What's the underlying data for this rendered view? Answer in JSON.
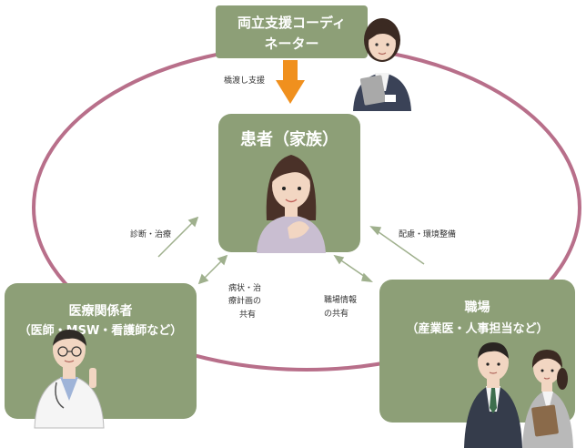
{
  "coordinator": {
    "title_line1": "両立支援コーディ",
    "title_line2": "ネーター"
  },
  "patient": {
    "title": "患者（家族）"
  },
  "medical": {
    "title_line1": "医療関係者",
    "title_line2": "（医師・MSW・看護師など）"
  },
  "workplace": {
    "title_line1": "職場",
    "title_line2": "（産業医・人事担当など）"
  },
  "labels": {
    "bridge": "橋渡し支援",
    "diagnosis": "診断・治療",
    "consideration": "配慮・環境整備",
    "share_line1": "病状・治",
    "share_line2": "療計画の",
    "share_line3": "共有",
    "work_line1": "職場情報",
    "work_line2": "の共有"
  },
  "colors": {
    "box": "#8d9f77",
    "ellipse": "#b86f8a",
    "arrow_orange": "#f0901e",
    "arrow_green": "#9fb08d"
  }
}
